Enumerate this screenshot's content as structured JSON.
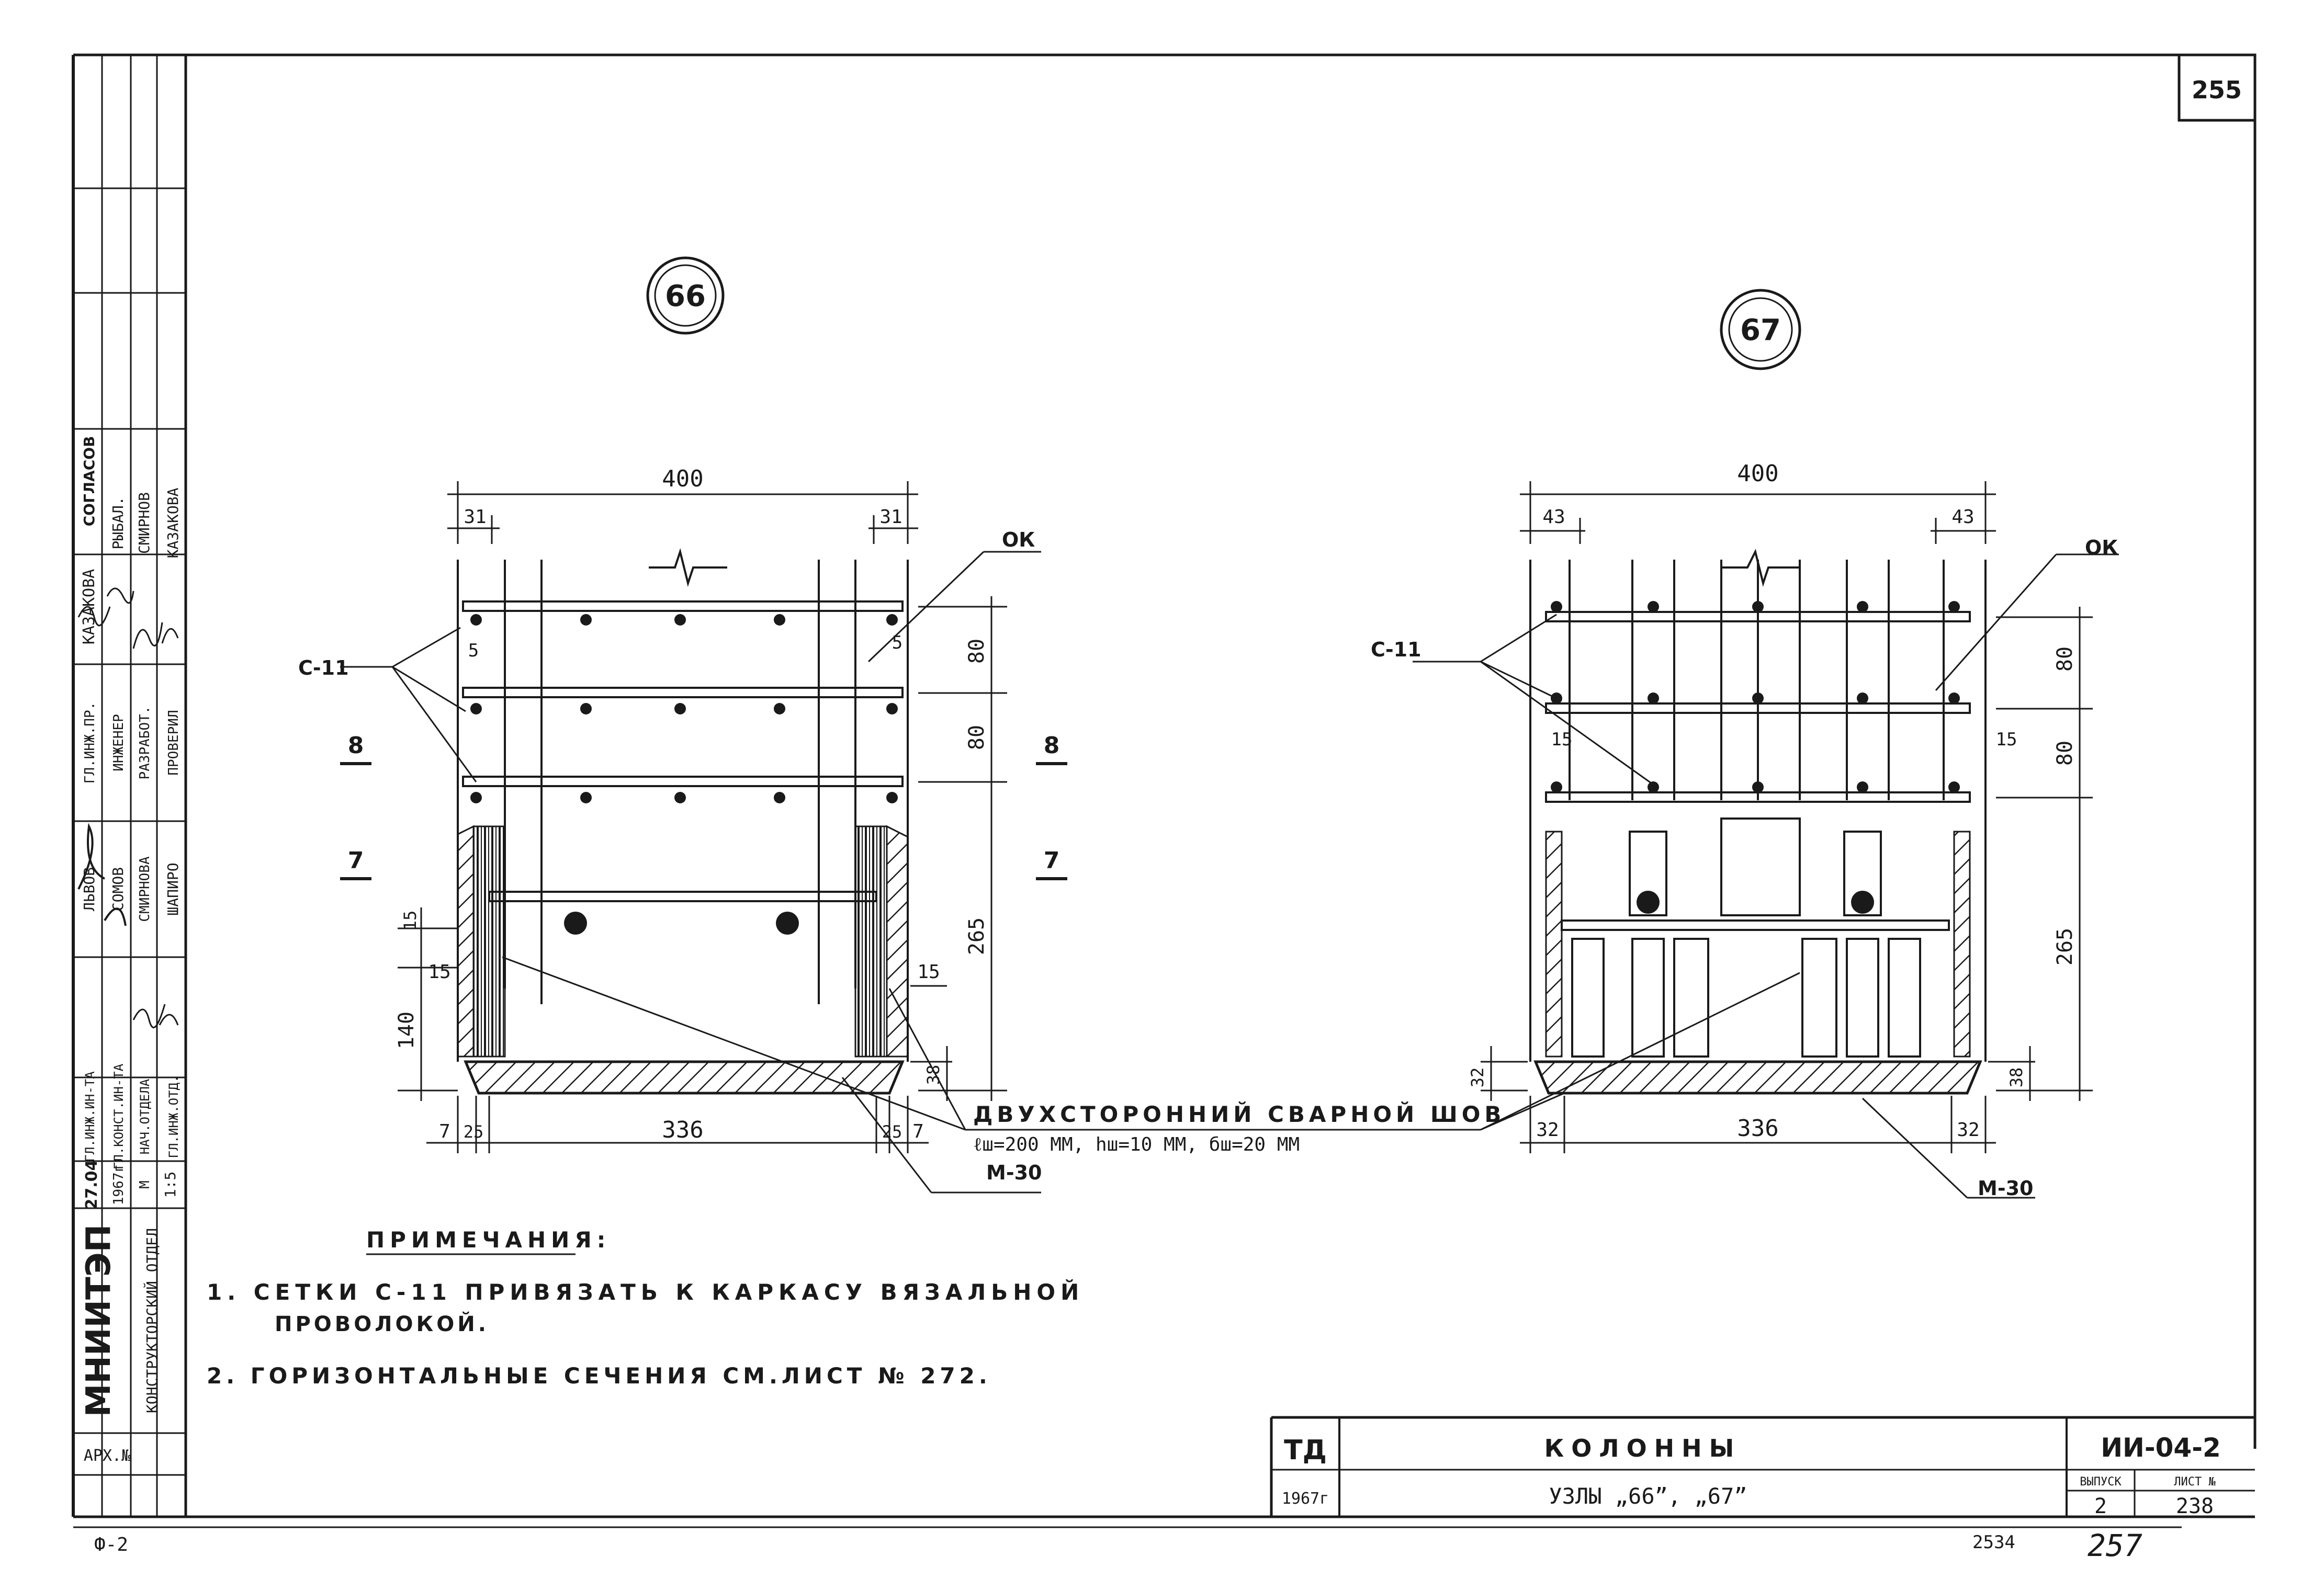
{
  "sheet": {
    "page_number": "255",
    "format": "Ф-2",
    "bottom_numbers": [
      "2534",
      "257"
    ]
  },
  "side_stamp": {
    "org": "МНИИТЭП",
    "department": "КОНСТРУКТОРСКИЙ ОТДЕЛ",
    "arch_no": "АРХ.№",
    "date": "27.04",
    "year": "1967г",
    "scale_label": "М",
    "scale": "1:5",
    "roles": [
      "ГЛ.ИНЖ.ИН-ТА",
      "ГЛ.КОНСТ.ИН-ТА",
      "НАЧ.ОТДЕЛА",
      "ГЛ.ИНЖ.ОТД."
    ],
    "names_1": [
      "ЛЬВОВ",
      "СОМОВ",
      "СМИРНОВА",
      "ШАПИРО"
    ],
    "roles_2": [
      "ГЛ.ИНЖ.ПР.",
      "ИНЖЕНЕР",
      "РАЗРАБОТ.",
      "ПРОВЕРИЛ"
    ],
    "names_2": [
      "КАЗАКОВА",
      "РЫБАЛ.",
      "СМИРНОВ",
      "КАЗАКОВА"
    ],
    "agreed": "СОГЛАСОВ"
  },
  "node_66": {
    "id": "66",
    "width_total": "400",
    "edge_left": "31",
    "edge_right": "31",
    "mesh_label": "С-11",
    "ok_label": "ОК",
    "step_a": "80",
    "step_b": "80",
    "step_c": "265",
    "gap_a": "5",
    "gap_b": "5",
    "cut_8": "8",
    "cut_7": "7",
    "plate_h": "38",
    "v15a": "15",
    "v15b": "15",
    "v15c": "15",
    "v140": "140",
    "bot_7a": "7",
    "bot_25a": "25",
    "bot_336": "336",
    "bot_25b": "25",
    "bot_7b": "7",
    "bolt": "М-30"
  },
  "node_67": {
    "id": "67",
    "width_total": "400",
    "edge_left": "43",
    "edge_right": "43",
    "mesh_label": "С-11",
    "ok_label": "ОК",
    "step_a": "80",
    "step_b": "80",
    "step_c": "265",
    "gap_a": "15",
    "gap_b": "15",
    "plate_l": "32",
    "plate_r": "38",
    "bot_32a": "32",
    "bot_336": "336",
    "bot_32b": "32",
    "bolt": "М-30"
  },
  "weld_note": {
    "line1": "ДВУХСТОРОННИЙ СВАРНОЙ ШОВ",
    "line2": "ℓш=200 ММ, hш=10 ММ, бш=20 ММ"
  },
  "notes": {
    "title": "ПРИМЕЧАНИЯ:",
    "items": [
      "1.  СЕТКИ С-11 ПРИВЯЗАТЬ К КАРКАСУ ВЯЗАЛЬНОЙ",
      "ПРОВОЛОКОЙ.",
      "2.  ГОРИЗОНТАЛЬНЫЕ СЕЧЕНИЯ СМ.ЛИСТ № 272."
    ]
  },
  "title_block": {
    "code": "ТД",
    "year": "1967г",
    "title": "КОЛОННЫ",
    "subtitle": "УЗЛЫ „66”, „67”",
    "series": "ИИ-04-2",
    "issue_label": "ВЫПУСК",
    "sheet_label": "ЛИСТ №",
    "issue": "2",
    "sheet_no": "238"
  }
}
